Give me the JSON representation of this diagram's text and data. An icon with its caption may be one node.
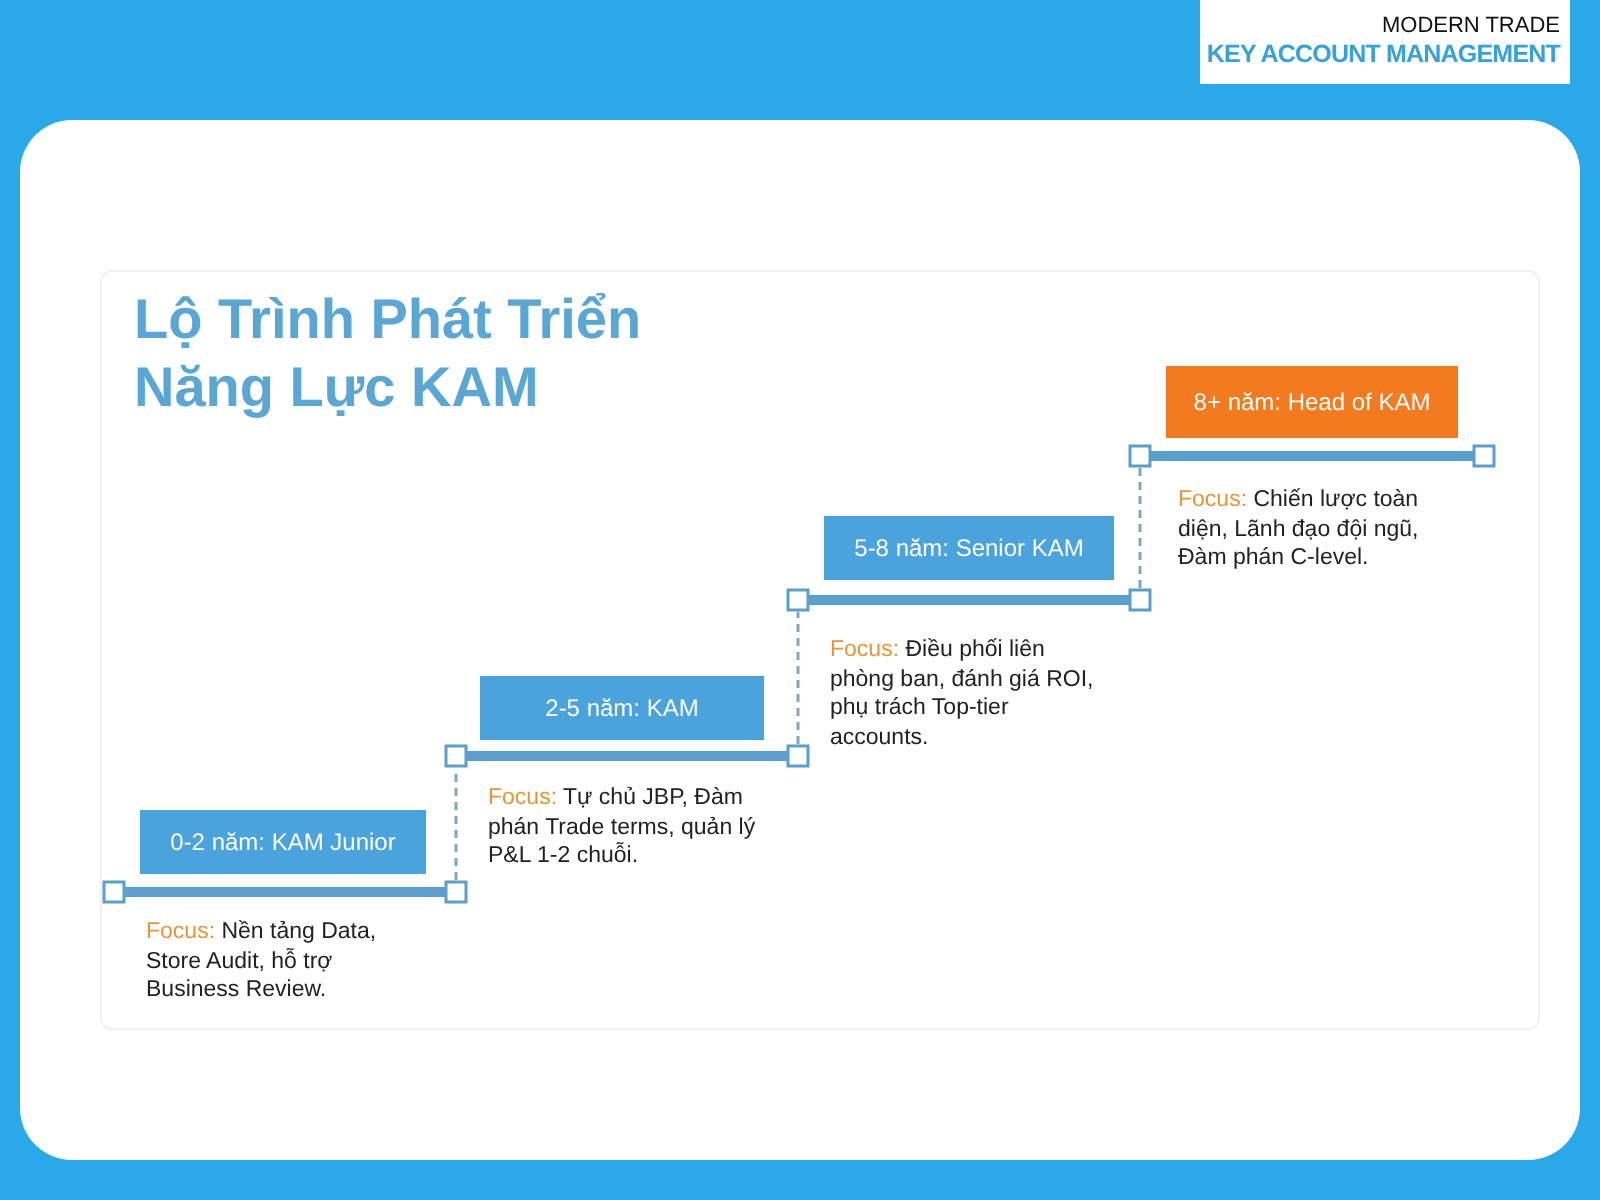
{
  "diagram": {
    "title": "Lộ Trình Phát Triển Năng Lực KAM",
    "nodes": [
      {
        "text": [
          "0-2 năm: KAM Junior"
        ],
        "beside": [
          "Focus:",
          "Nền tảng Data, Store Audit, hỗ trợ Business Review."
        ]
      },
      {
        "text": [],
        "shape": "bar"
      },
      {
        "text": [
          "2-5 năm: KAM"
        ],
        "beside": [
          "Focus:",
          "Tự chủ JBP, Đàm phán Trade terms, quản lý P&L 1-2 chuỗi."
        ]
      },
      {
        "text": [],
        "shape": "bar"
      },
      {
        "text": [
          "5-8 năm: Senior KAM"
        ],
        "beside": [
          "Focus:",
          "Điều phối liên phòng ban, đánh giá ROI, phụ trách Top-tier accounts."
        ]
      },
      {
        "text": [],
        "shape": "bar"
      },
      {
        "text": [
          "8+ năm: Head of KAM"
        ],
        "beside": [
          "Focus:",
          "Chiến lược toàn diện, Lãnh đạo đội ngũ, Đàm phán C-level."
        ]
      },
      {
        "text": [],
        "shape": "bar"
      }
    ],
    "edges": [
      {
        "from": 1,
        "to": 3,
        "arrow": "none",
        "style": "dashed"
      },
      {
        "from": 3,
        "to": 5,
        "arrow": "none",
        "style": "dashed"
      },
      {
        "from": 5,
        "to": 7,
        "arrow": "none",
        "style": "dashed"
      }
    ],
    "labels": [
      "MODERN TRADE",
      "KEY ACCOUNT MANAGEMENT"
    ]
  }
}
